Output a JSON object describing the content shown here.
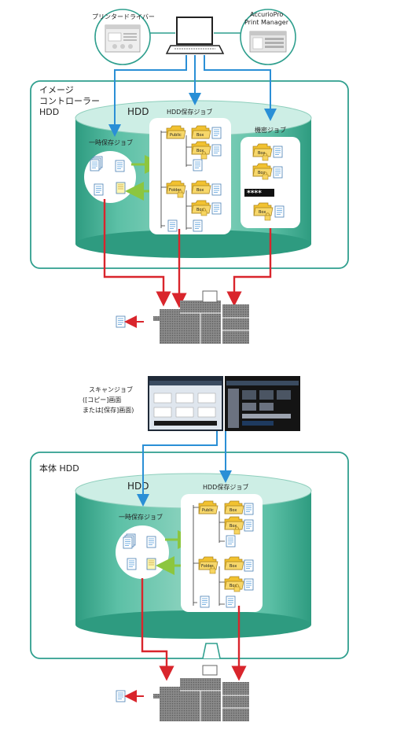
{
  "top": {
    "printer_driver_label": "プリンタードライバー",
    "print_manager_label": "AccurioPro\nPrint Manager",
    "controller_label": "イメージ\nコントローラー\nHDD",
    "hdd_label": "HDD",
    "temp_jobs_label": "一時保存ジョブ",
    "hdd_jobs_label": "HDD保存ジョブ",
    "secure_jobs_label": "機密ジョブ",
    "password_mask": "****"
  },
  "bottom": {
    "scan_job_label": "スキャンジョブ\n([コピー]画面\nまたは[保存]画面)",
    "main_hdd_label": "本体 HDD",
    "hdd_label": "HDD",
    "temp_jobs_label": "一時保存ジョブ",
    "hdd_jobs_label": "HDD保存ジョブ"
  },
  "folder_labels": {
    "public": "Public",
    "box": "Box",
    "folder": "Folder"
  },
  "colors": {
    "teal_border": "#2f9f8e",
    "cylinder_top": "#c8ece3",
    "cylinder_body": "#3bab90",
    "blue_arrow": "#2a8fd6",
    "red_arrow": "#d9252c",
    "green_arrow": "#8cc63f",
    "folder": "#f2c230"
  }
}
